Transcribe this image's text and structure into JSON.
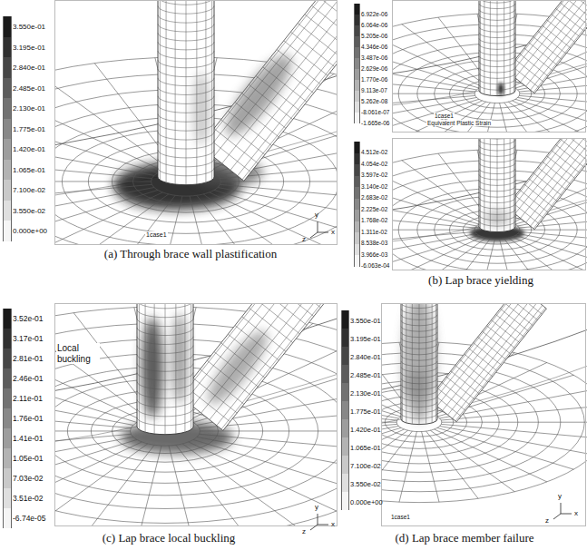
{
  "diagram": {
    "labels": [
      "1case1",
      "y",
      "x",
      "z",
      "(a) Through brace wall plastification",
      "1case1",
      "Equivalent Plastic Strain",
      "(b) Lap brace yielding",
      "Local buckling",
      "y",
      "x",
      "z",
      "(c) Lap brace local buckling",
      "1case1",
      "y",
      "x",
      "z",
      "(d) Lap brace member failure"
    ],
    "legend": [
      {
        "text": "3.550e-01",
        "color": "#1a1a1a"
      },
      {
        "text": "3.195e-01",
        "color": "#303030"
      },
      {
        "text": "2.840e-01",
        "color": "#464646"
      },
      {
        "text": "2.485e-01",
        "color": "#5c5c5c"
      },
      {
        "text": "2.130e-01",
        "color": "#727272"
      },
      {
        "text": "1.775e-01",
        "color": "#888888"
      },
      {
        "text": "1.420e-01",
        "color": "#9d9d9d"
      },
      {
        "text": "1.065e-01",
        "color": "#b3b3b3"
      },
      {
        "text": "7.100e-02",
        "color": "#c9c9c9"
      },
      {
        "text": "3.550e-02",
        "color": "#dfdfdf"
      },
      {
        "text": "0.000e+00",
        "color": "#f5f5f5"
      },
      {
        "text": "6.922e-06",
        "color": "#1a1a1a"
      },
      {
        "text": "6.064e-06",
        "color": "#303030"
      },
      {
        "text": "5.205e-06",
        "color": "#464646"
      },
      {
        "text": "4.346e-06",
        "color": "#5c5c5c"
      },
      {
        "text": "3.487e-06",
        "color": "#727272"
      },
      {
        "text": "2.629e-06",
        "color": "#888888"
      },
      {
        "text": "1.770e-06",
        "color": "#9d9d9d"
      },
      {
        "text": "9.113e-07",
        "color": "#b3b3b3"
      },
      {
        "text": "5.262e-08",
        "color": "#c9c9c9"
      },
      {
        "text": "-8.061e-07",
        "color": "#dfdfdf"
      },
      {
        "text": "-1.665e-06",
        "color": "#f5f5f5"
      },
      {
        "text": "4.512e-02",
        "color": "#1a1a1a"
      },
      {
        "text": "4.054e-02",
        "color": "#303030"
      },
      {
        "text": "3.597e-02",
        "color": "#464646"
      },
      {
        "text": "3.140e-02",
        "color": "#5c5c5c"
      },
      {
        "text": "2.683e-02",
        "color": "#727272"
      },
      {
        "text": "2.225e-02",
        "color": "#888888"
      },
      {
        "text": "1.768e-02",
        "color": "#9d9d9d"
      },
      {
        "text": "1.311e-02",
        "color": "#b3b3b3"
      },
      {
        "text": "8.538e-03",
        "color": "#c9c9c9"
      },
      {
        "text": "3.966e-03",
        "color": "#dfdfdf"
      },
      {
        "text": "-6.063e-04",
        "color": "#f5f5f5"
      },
      {
        "text": "3.52e-01",
        "color": "#1a1a1a"
      },
      {
        "text": "3.17e-01",
        "color": "#303030"
      },
      {
        "text": "2.81e-01",
        "color": "#464646"
      },
      {
        "text": "2.46e-01",
        "color": "#5c5c5c"
      },
      {
        "text": "2.11e-01",
        "color": "#727272"
      },
      {
        "text": "1.76e-01",
        "color": "#888888"
      },
      {
        "text": "1.41e-01",
        "color": "#9d9d9d"
      },
      {
        "text": "1.05e-01",
        "color": "#b3b3b3"
      },
      {
        "text": "7.03e-02",
        "color": "#c9c9c9"
      },
      {
        "text": "3.51e-02",
        "color": "#dfdfdf"
      },
      {
        "text": "-6.74e-05",
        "color": "#f5f5f5"
      },
      {
        "text": "3.550e-01",
        "color": "#1a1a1a"
      },
      {
        "text": "3.195e-01",
        "color": "#303030"
      },
      {
        "text": "2.840e-01",
        "color": "#464646"
      },
      {
        "text": "2.485e-01",
        "color": "#5c5c5c"
      },
      {
        "text": "2.130e-01",
        "color": "#727272"
      },
      {
        "text": "1.775e-01",
        "color": "#888888"
      },
      {
        "text": "1.420e-01",
        "color": "#9d9d9d"
      },
      {
        "text": "1.065e-01",
        "color": "#b3b3b3"
      },
      {
        "text": "7.100e-02",
        "color": "#c9c9c9"
      },
      {
        "text": "3.550e-02",
        "color": "#dfdfdf"
      },
      {
        "text": "0.000e+00",
        "color": "#f5f5f5"
      }
    ]
  }
}
